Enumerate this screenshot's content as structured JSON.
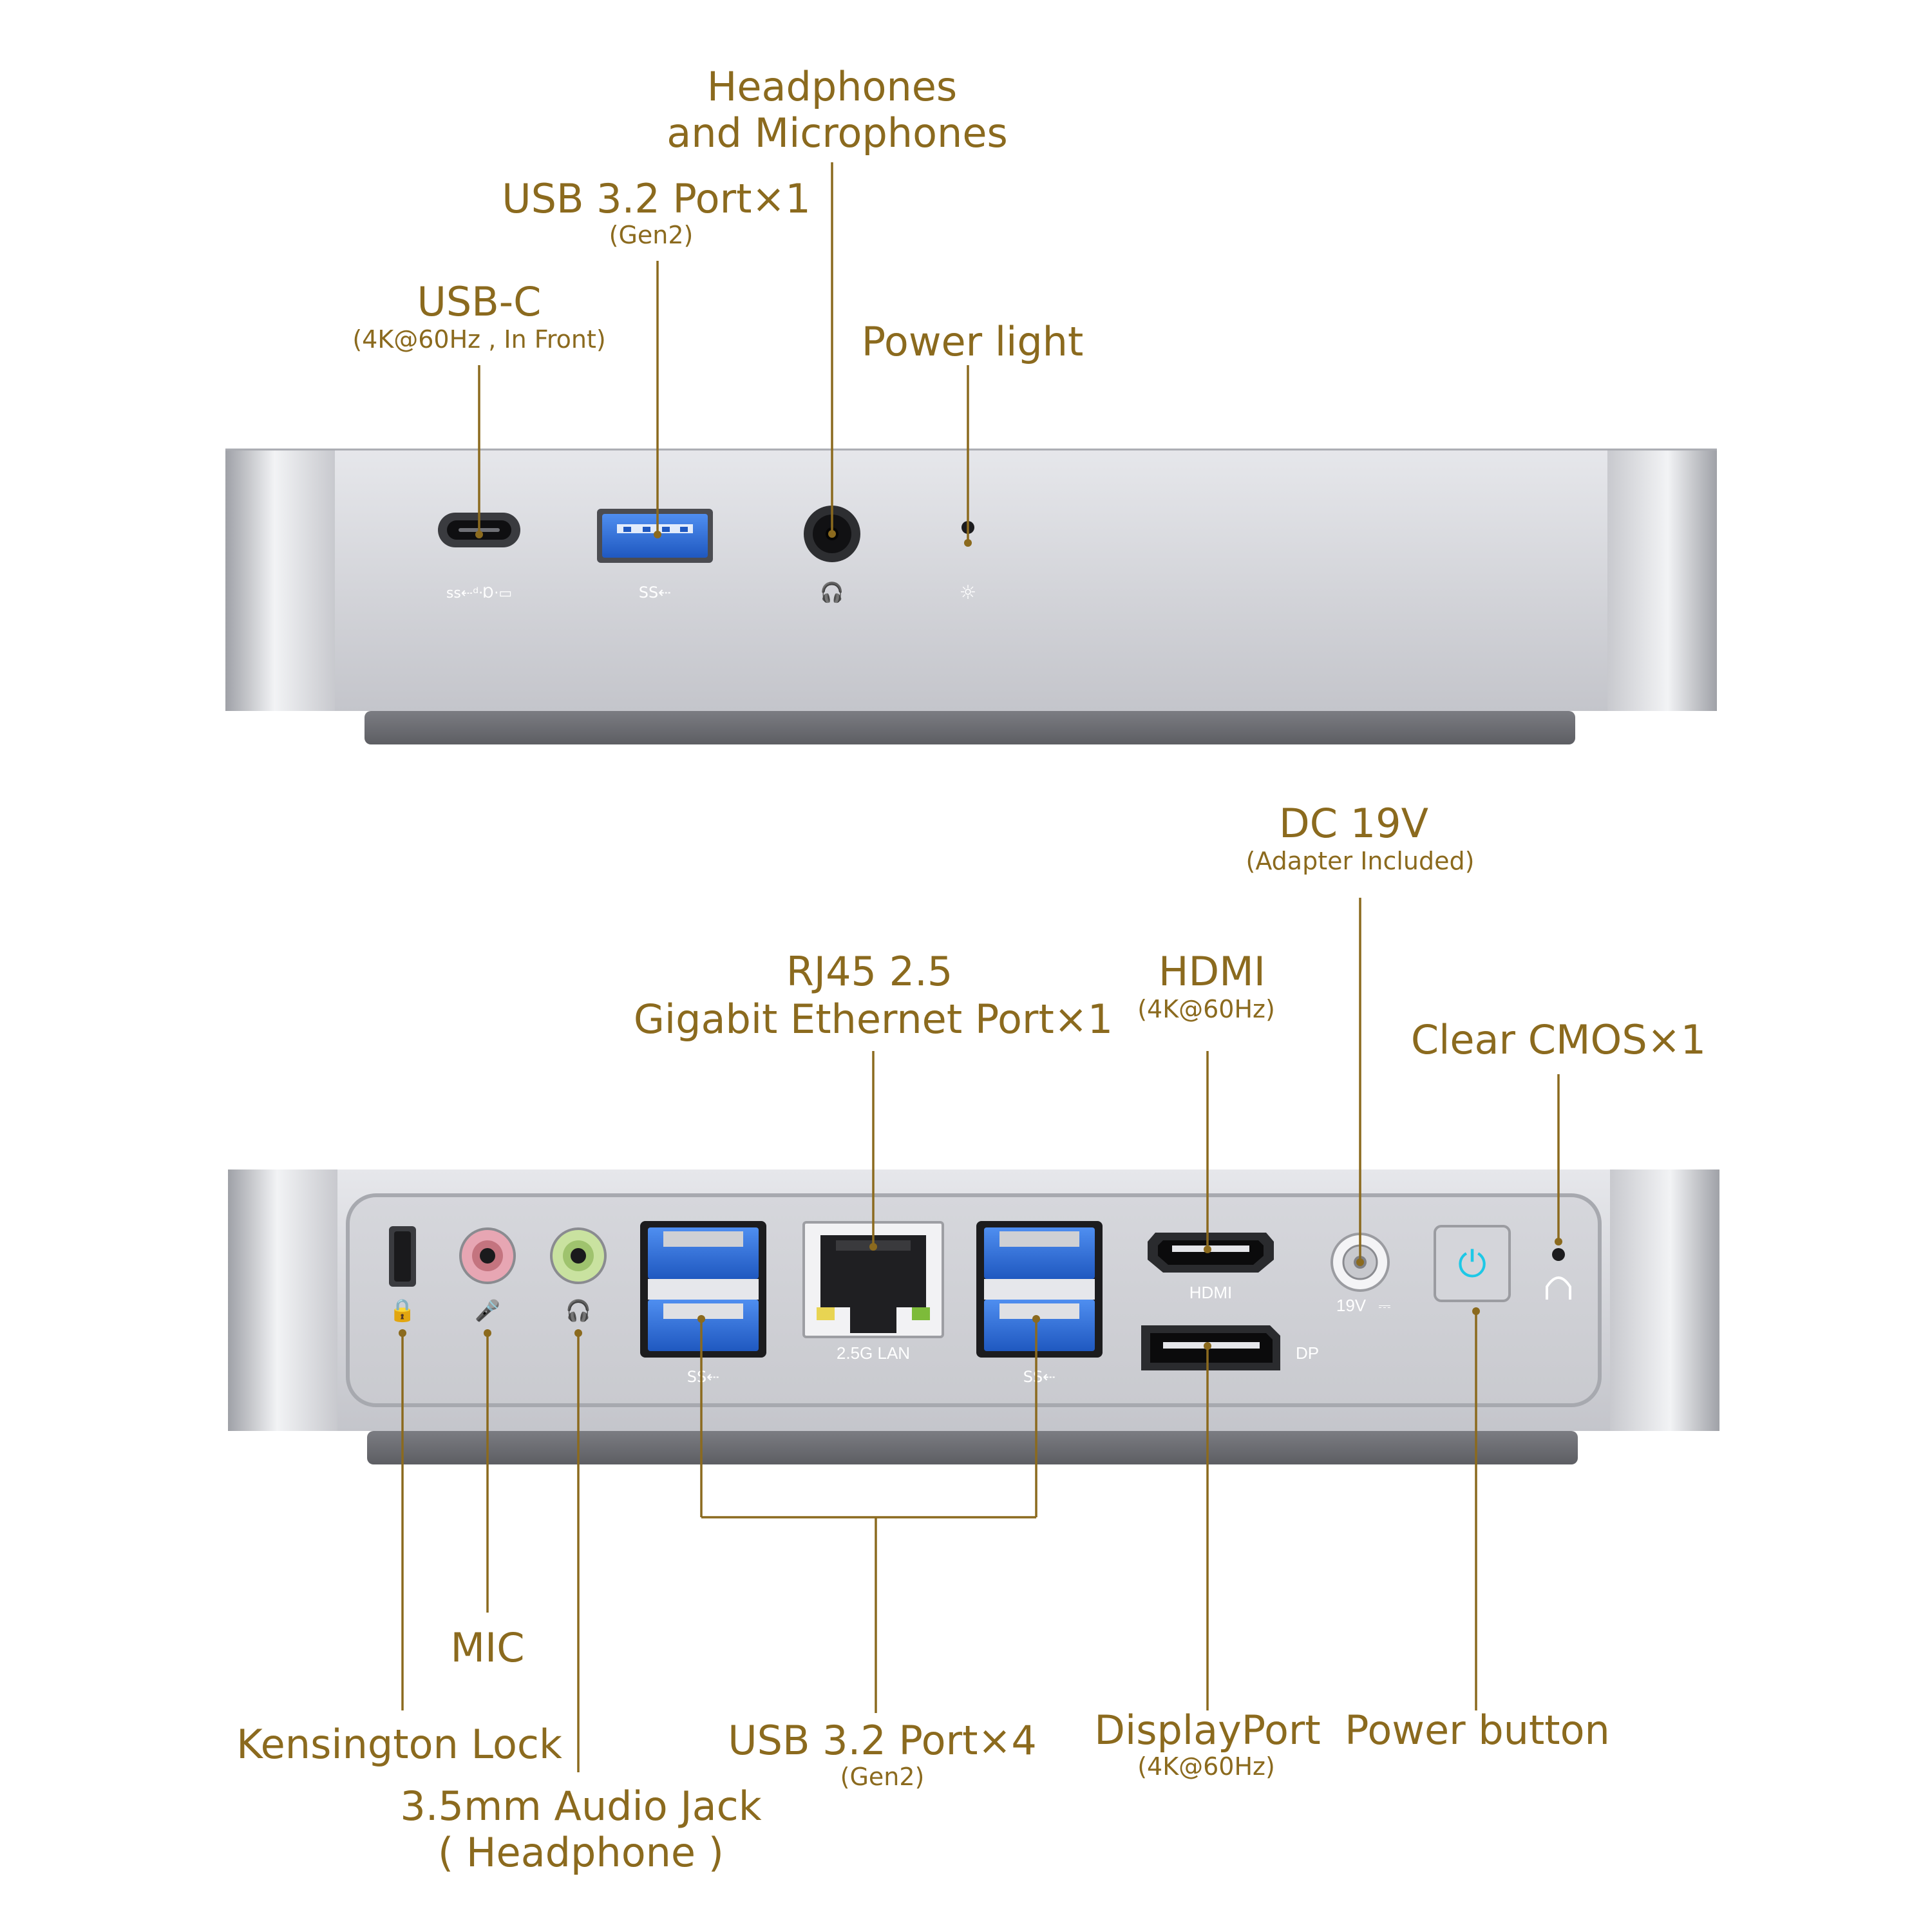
{
  "front_labels": {
    "headphones_mic": {
      "line1": "Headphones",
      "line2": "and Microphones"
    },
    "usb32_front": {
      "title": "USB 3.2 Port×1",
      "sub": "(Gen2)"
    },
    "usbc": {
      "title": "USB-C",
      "sub": "(4K@60Hz , In Front)"
    },
    "power_light": {
      "title": "Power light"
    }
  },
  "rear_labels": {
    "dc": {
      "title": "DC 19V",
      "sub": "(Adapter Included)"
    },
    "rj45": {
      "line1": "RJ45 2.5",
      "line2": "Gigabit Ethernet Port×1"
    },
    "hdmi": {
      "title": "HDMI",
      "sub": "(4K@60Hz)"
    },
    "cmos": {
      "title": "Clear CMOS×1"
    },
    "mic": {
      "title": "MIC"
    },
    "kensington": {
      "title": "Kensington Lock"
    },
    "audio_jack": {
      "line1": "3.5mm Audio Jack",
      "line2": "( Headphone )"
    },
    "usb32_rear": {
      "title": "USB 3.2 Port×4",
      "sub": "(Gen2)"
    },
    "displayport": {
      "title": "DisplayPort",
      "sub": "(4K@60Hz)"
    },
    "power_button": {
      "title": "Power button"
    }
  },
  "port_markings": {
    "lan": "2.5G LAN",
    "hdmi": "HDMI",
    "dp": "DP",
    "dc": "19V"
  },
  "colors": {
    "label": "#8b6a1e",
    "chassis_light": "#d9dadf",
    "chassis_dark": "#b9bbc1",
    "usb_blue": "#2f6fd6",
    "mic_pink": "#e7a6b3",
    "jack_green": "#c9e2a0",
    "power_cyan": "#1ec8e6"
  }
}
